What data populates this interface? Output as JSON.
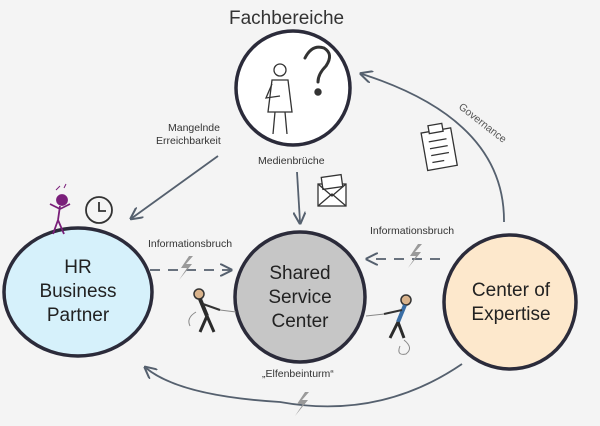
{
  "title": "Fachbereiche",
  "nodes": {
    "hr": {
      "lines": [
        "HR",
        "Business",
        "Partner"
      ],
      "fill": "#d6f1fb"
    },
    "ssc": {
      "lines": [
        "Shared",
        "Service",
        "Center"
      ],
      "fill": "#c6c6c6"
    },
    "coe": {
      "lines": [
        "Center of",
        "Expertise"
      ],
      "fill": "#fde8cc"
    }
  },
  "labels": {
    "mangelnde_line1": "Mangelnde",
    "mangelnde_line2": "Erreichbarkeit",
    "medienbrueche": "Medienbrüche",
    "info_left": "Informationsbruch",
    "info_right": "Informationsbruch",
    "elfenbeinturm": "„Elfenbeinturm“",
    "governance": "Governance"
  },
  "colors": {
    "outline": "#2b2b3a",
    "arrow": "#55606e",
    "lightning": "#9a9a9a",
    "accent_purple": "#7a1f7a"
  },
  "icons": [
    "thinking-person-icon",
    "question-mark-icon",
    "envelope-icon",
    "clipboard-icon",
    "clock-icon",
    "stressed-person-icon",
    "lightning-icon",
    "tug-of-war-person-icon"
  ]
}
